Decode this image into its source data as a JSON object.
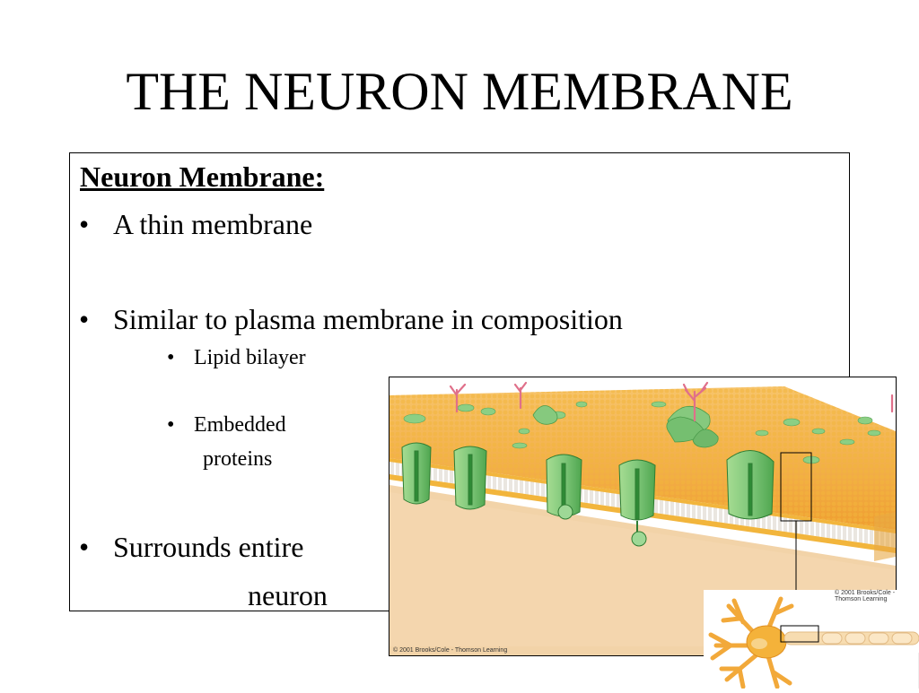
{
  "slide": {
    "title": "THE NEURON MEMBRANE"
  },
  "text_box": {
    "heading": "Neuron Membrane:",
    "bullet_char": "•",
    "bullets": [
      "A thin membrane",
      "Similar to plasma membrane in composition",
      "Surrounds entire",
      "neuron"
    ],
    "sub_bullets": [
      "Lipid bilayer",
      "Embedded",
      "proteins"
    ]
  },
  "figure": {
    "credit_main": "© 2001 Brooks/Cole - Thomson Learning",
    "credit_inset": "© 2001 Brooks/Cole - Thomson Learning"
  },
  "colors": {
    "lipid_head": "#f2b53c",
    "membrane_top": "#f6bd55",
    "cytoplasm": "#f2cfa0",
    "protein": "#7fc77a",
    "protein_dark": "#3f9a43",
    "glycan": "#e0708a",
    "neuron_body": "#f4b23a"
  }
}
